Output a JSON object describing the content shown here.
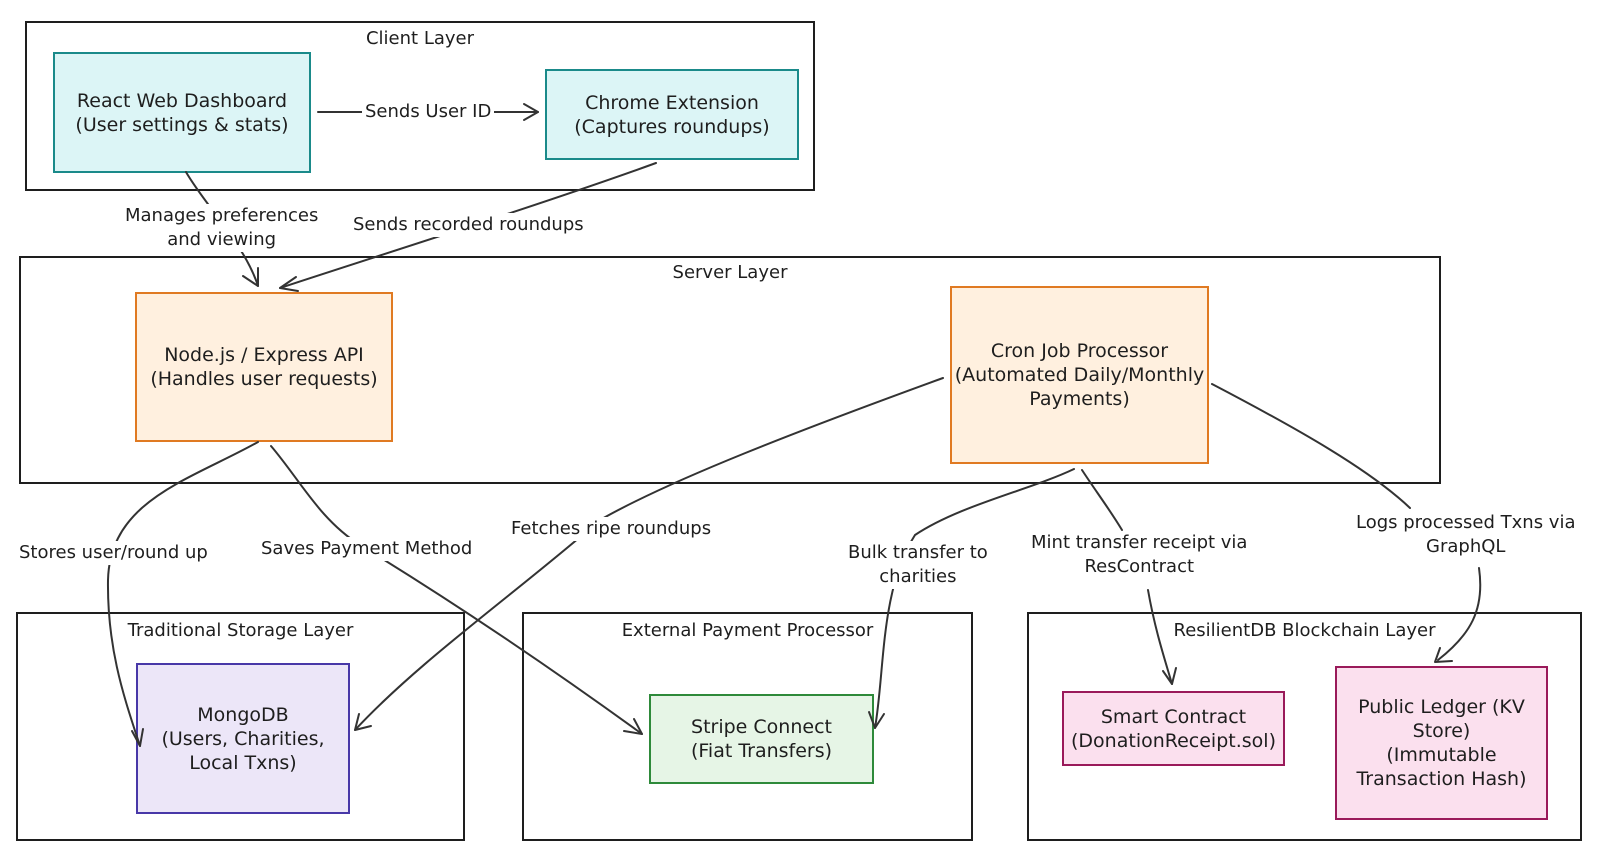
{
  "layers": {
    "client": "Client Layer",
    "server": "Server Layer",
    "storage": "Traditional Storage Layer",
    "payment": "External Payment Processor",
    "blockchain": "ResilientDB Blockchain Layer"
  },
  "nodes": {
    "react_dashboard": [
      "React Web Dashboard",
      "(User settings & stats)"
    ],
    "chrome_extension": [
      "Chrome Extension",
      "(Captures roundups)"
    ],
    "express_api": [
      "Node.js / Express API",
      "(Handles user requests)"
    ],
    "cron_processor": [
      "Cron Job Processor",
      "(Automated Daily/Monthly",
      "Payments)"
    ],
    "mongodb": [
      "MongoDB",
      "(Users, Charities,",
      "Local Txns)"
    ],
    "stripe_connect": [
      "Stripe Connect",
      "(Fiat Transfers)"
    ],
    "smart_contract": [
      "Smart Contract",
      "(DonationReceipt.sol)"
    ],
    "public_ledger": [
      "Public Ledger (KV",
      "Store)",
      "(Immutable",
      "Transaction Hash)"
    ]
  },
  "edges": {
    "sends_user_id": [
      "Sends User ID"
    ],
    "manages_preferences": [
      "Manages preferences",
      "and viewing"
    ],
    "sends_roundups": [
      "Sends recorded roundups"
    ],
    "stores_user": [
      "Stores user/round up"
    ],
    "saves_payment": [
      "Saves Payment Method"
    ],
    "fetches_roundups": [
      "Fetches ripe roundups"
    ],
    "bulk_transfer": [
      "Bulk transfer to",
      "charities"
    ],
    "mint_receipt": [
      "Mint transfer receipt via",
      "ResContract"
    ],
    "logs_txns": [
      "Logs processed Txns via",
      "GraphQL"
    ]
  },
  "colors": {
    "client_node": "#dcf5f6",
    "server_node": "#fff0df",
    "storage_node": "#ece6f8",
    "payment_node": "#e6f5e6",
    "blockchain_node": "#fbe0ee"
  }
}
